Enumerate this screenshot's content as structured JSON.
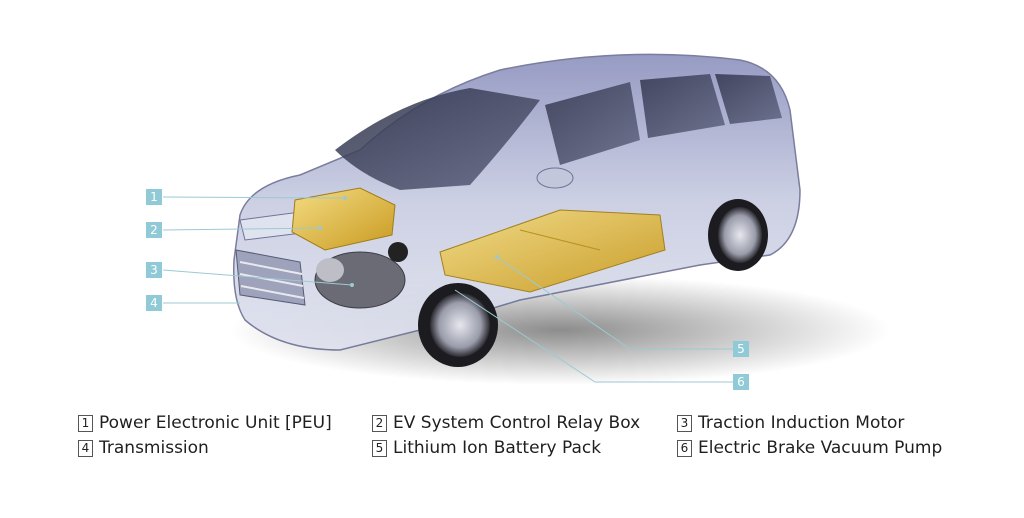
{
  "callouts": [
    "1",
    "2",
    "3",
    "4",
    "5",
    "6"
  ],
  "legend": [
    {
      "num": "1",
      "label": "Power Electronic Unit [PEU]"
    },
    {
      "num": "2",
      "label": "EV System Control Relay Box"
    },
    {
      "num": "3",
      "label": "Traction Induction Motor"
    },
    {
      "num": "4",
      "label": "Transmission"
    },
    {
      "num": "5",
      "label": "Lithium Ion Battery Pack"
    },
    {
      "num": "6",
      "label": "Electric Brake Vacuum Pump"
    }
  ],
  "colors": {
    "callout_fill": "#8fcad6",
    "body_paint": "#b9bfd8",
    "component_gold": "#e8c24a",
    "leader_line": "#9cc9d3"
  }
}
